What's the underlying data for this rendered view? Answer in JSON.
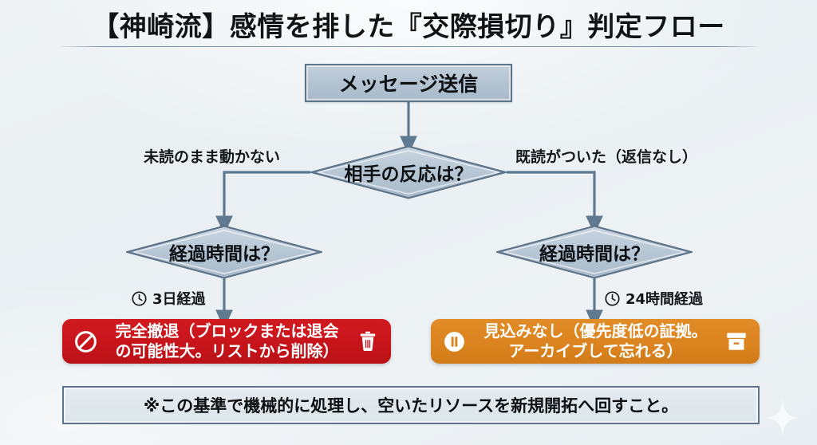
{
  "page": {
    "title": "【神崎流】感情を排した『交際損切り』判定フロー",
    "background_color": "#eef2f5",
    "accent_line_color": "#687c8e"
  },
  "flow": {
    "start": {
      "label": "メッセージ送信",
      "fill_color": "#b2c2d1",
      "border_color": "#5d7489"
    },
    "decision_main": {
      "label": "相手の反応は？",
      "fill_color": "#b8c7d4",
      "border_color": "#5d7489"
    },
    "branch_labels": {
      "left": "未読のまま動かない",
      "right": "既読がついた（返信なし）"
    },
    "decision_left": {
      "label": "経過時間は？",
      "fill_color": "#b8c7d4",
      "border_color": "#5d7489"
    },
    "decision_right": {
      "label": "経過時間は？",
      "fill_color": "#b8c7d4",
      "border_color": "#5d7489"
    },
    "time_left": {
      "icon": "clock-icon",
      "label": "3日経過"
    },
    "time_right": {
      "icon": "clock-icon",
      "label": "24時間経過"
    },
    "result_left": {
      "icon_left": "prohibition-icon",
      "line1": "完全撤退（ブロックまたは退会",
      "line2": "の可能性大。リストから削除）",
      "icon_right": "trash-icon",
      "fill_color": "#c9151b"
    },
    "result_right": {
      "icon_left": "pause-icon",
      "line1": "見込みなし（優先度低の証拠。",
      "line2": "アーカイブして忘れる）",
      "icon_right": "archive-icon",
      "fill_color": "#dd8420"
    }
  },
  "footer": {
    "note": "※この基準で機械的に処理し、空いたリソースを新規開拓へ回すこと。",
    "fill_color": "#e0e9ef",
    "border_color": "#5d7489"
  },
  "decoration": {
    "sparkle": "sparkle-icon"
  }
}
